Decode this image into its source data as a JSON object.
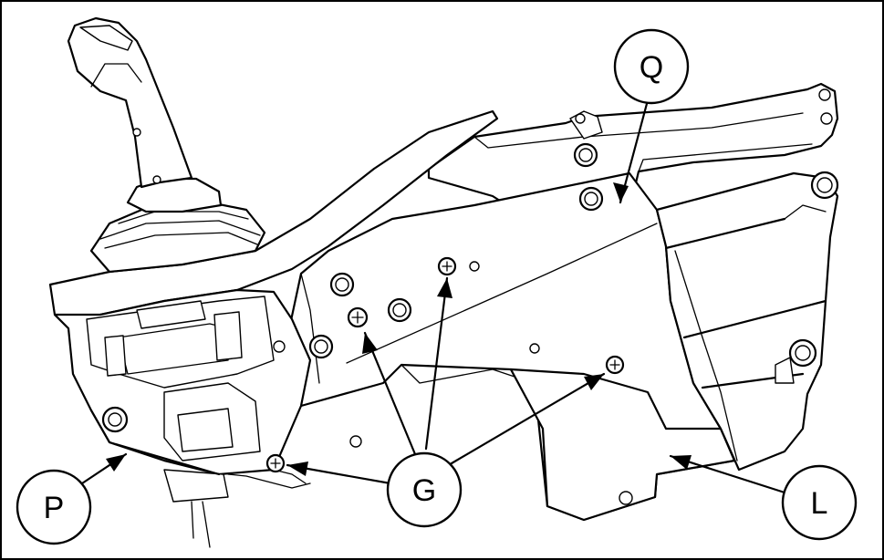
{
  "callouts": {
    "q": "Q",
    "g": "G",
    "p": "P",
    "l": "L"
  },
  "colors": {
    "line": "#000000",
    "background": "#ffffff"
  }
}
